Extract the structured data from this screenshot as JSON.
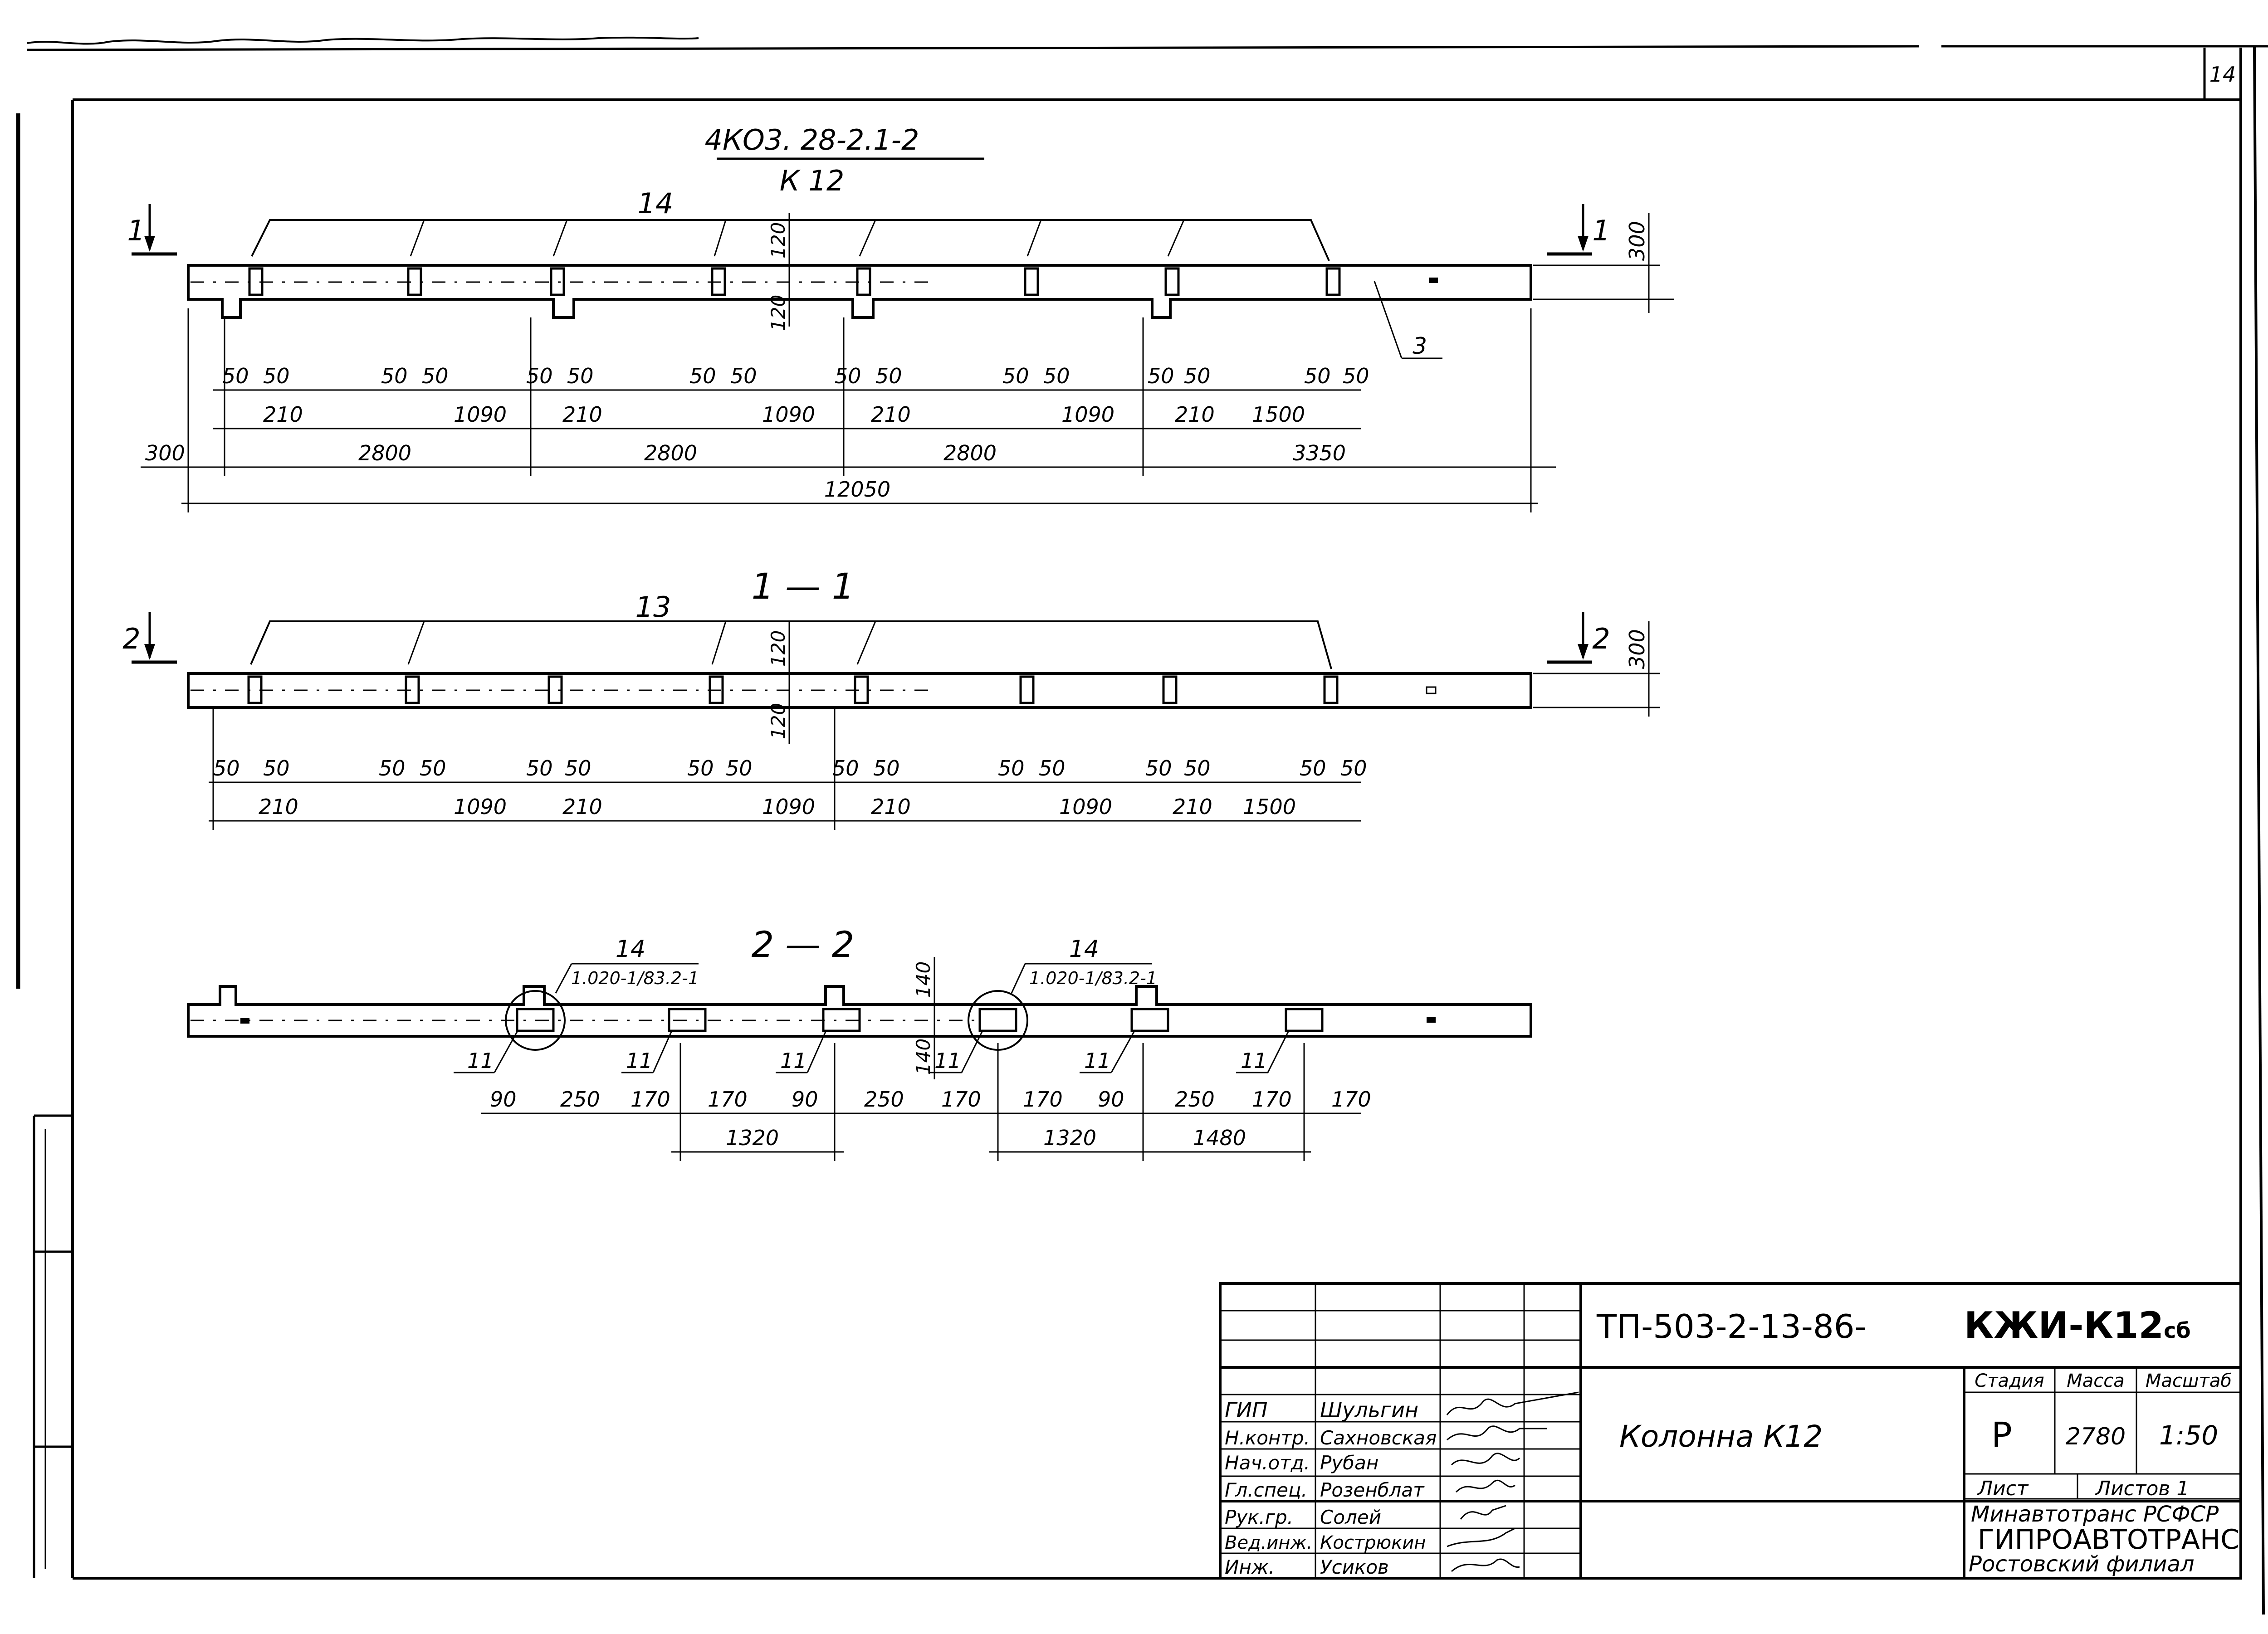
{
  "sheet": {
    "page_number": "14"
  },
  "views": {
    "elevation": {
      "header_top": "4КО3. 28-2.1-2",
      "header_bottom": "К 12",
      "leader_top": "14",
      "leader_side": "3",
      "section_mark": "1",
      "dim_height": "300",
      "dim_top": "120",
      "dim_bottom": "120",
      "dim_50": "50",
      "dim_210": "210",
      "dim_1090": "1090",
      "dim_1500": "1500",
      "dim_300": "300",
      "dim_2800": "2800",
      "dim_3350": "3350",
      "dim_total": "12050"
    },
    "section_1_1": {
      "title": "1 — 1",
      "leader_top": "13",
      "section_mark": "2",
      "dim_height": "300",
      "dim_top": "120",
      "dim_bottom": "120",
      "dim_50": "50",
      "dim_210": "210",
      "dim_1090": "1090",
      "dim_1500": "1500"
    },
    "section_2_2": {
      "title": "2 — 2",
      "callout_mark": "14",
      "callout_ref": "1.020-1/83.2-1",
      "leader_mark": "11",
      "dim_140": "140",
      "dim_90": "90",
      "dim_250": "250",
      "dim_170": "170",
      "dim_1320": "1320",
      "dim_1480": "1480"
    }
  },
  "title_block": {
    "doc_code": "ТП-503-2-13-86-",
    "mark": "КЖИ-К12",
    "mark_suffix": "сб",
    "name": "Колонна К12",
    "headers": {
      "stage": "Стадия",
      "mass": "Масса",
      "scale": "Масштаб"
    },
    "values": {
      "stage": "Р",
      "mass": "2780",
      "scale": "1:50"
    },
    "sheet_label": "Лист",
    "sheets_label": "Листов 1",
    "org_line1": "Минавтотранс РСФСР",
    "org_line2": "ГИПРОАВТОТРАНС",
    "org_line3": "Ростовский филиал",
    "staff": [
      {
        "role": "ГИП",
        "name": "Шульгин"
      },
      {
        "role": "Н.контр.",
        "name": "Сахновская"
      },
      {
        "role": "Нач.отд.",
        "name": "Рубан"
      },
      {
        "role": "Гл.спец.",
        "name": "Розенблат"
      },
      {
        "role": "Рук.гр.",
        "name": "Солей"
      },
      {
        "role": "Вед.инж.",
        "name": "Кострюкин"
      },
      {
        "role": "Инж.",
        "name": "Усиков"
      }
    ]
  }
}
